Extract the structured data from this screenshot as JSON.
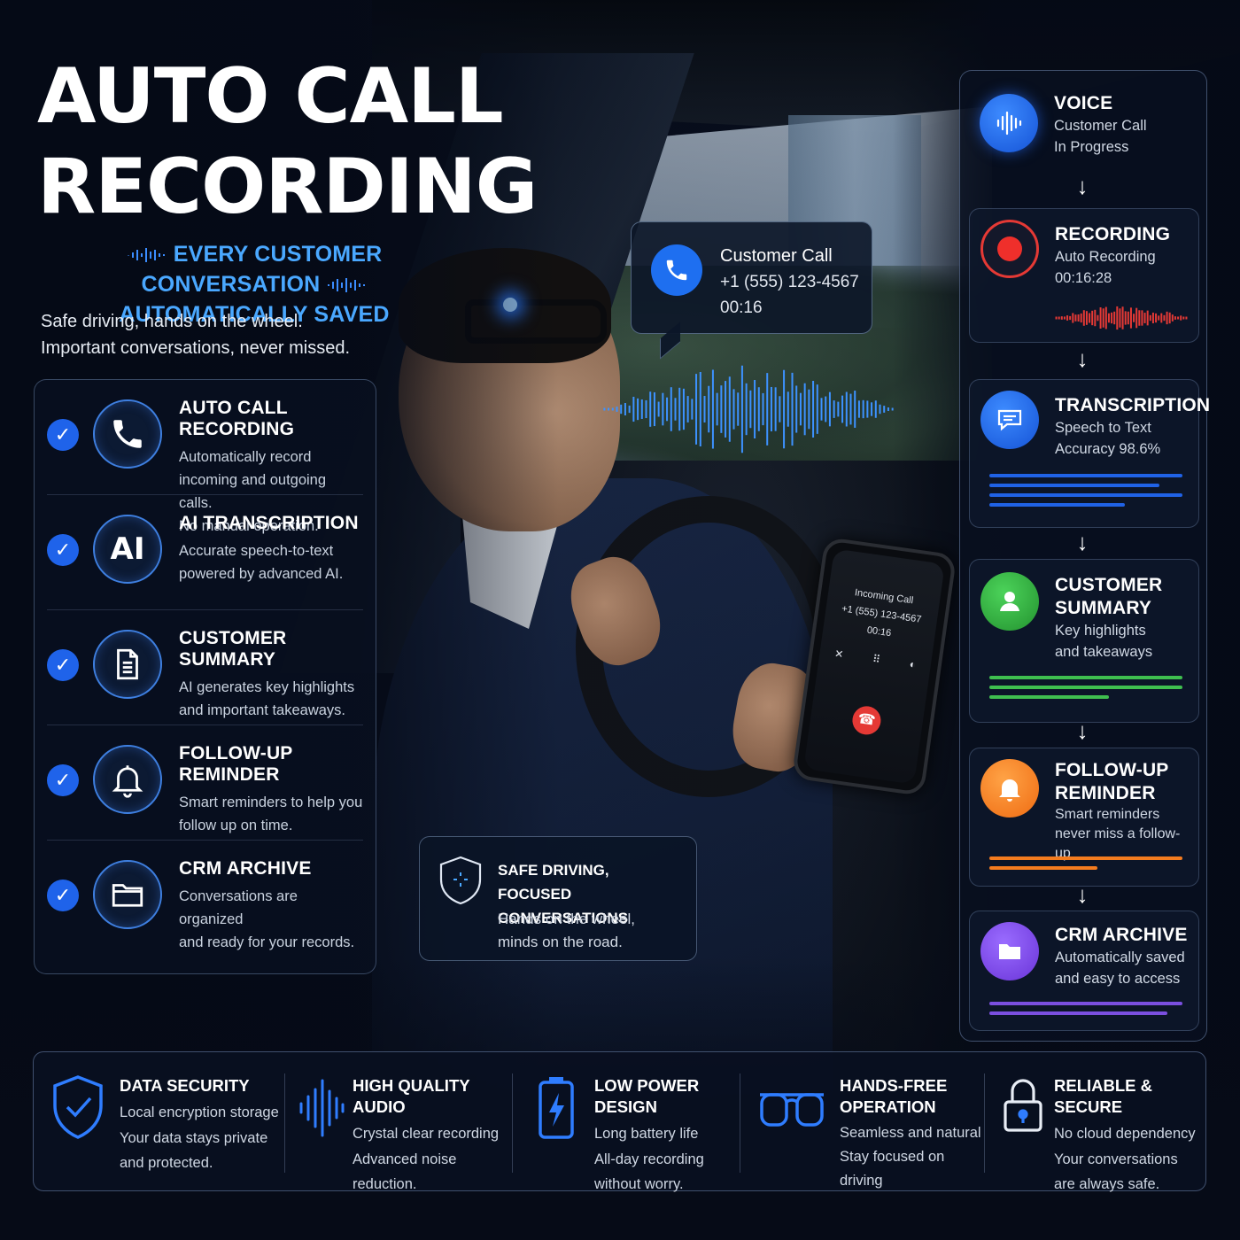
{
  "title": {
    "line1": "AUTO CALL",
    "line2": "RECORDING"
  },
  "subtitle": {
    "line1": "EVERY CUSTOMER CONVERSATION",
    "line2": "AUTOMATICALLY SAVED"
  },
  "tagline": {
    "line1": "Safe driving, hands on the wheel.",
    "line2": "Important conversations, never missed."
  },
  "colors": {
    "accent": "#1f63ea",
    "recording": "#e53935",
    "summary": "#3fbf4f",
    "reminder": "#f57c1f",
    "archive": "#7b4fe0"
  },
  "features": [
    {
      "icon": "phone-icon",
      "title": "AUTO CALL RECORDING",
      "lines": [
        "Automatically record",
        "incoming and outgoing calls.",
        "No manual operation."
      ]
    },
    {
      "icon": "ai-icon",
      "icon_text": "AI",
      "title": "AI TRANSCRIPTION",
      "lines": [
        "Accurate speech-to-text",
        "powered by advanced AI."
      ]
    },
    {
      "icon": "document-icon",
      "title": "CUSTOMER SUMMARY",
      "lines": [
        "AI generates key highlights",
        "and important takeaways."
      ]
    },
    {
      "icon": "bell-icon",
      "title": "FOLLOW-UP REMINDER",
      "lines": [
        "Smart reminders to help you",
        "follow up on time."
      ]
    },
    {
      "icon": "folder-icon",
      "title": "CRM ARCHIVE",
      "lines": [
        "Conversations are organized",
        "and ready for your records."
      ]
    }
  ],
  "call_bubble": {
    "title": "Customer Call",
    "number": "+1 (555) 123-4567",
    "time": "00:16"
  },
  "phone_screen": {
    "label": "Incoming Call",
    "number": "+1 (555) 123-4567",
    "time": "00:16"
  },
  "safe_card": {
    "title1": "SAFE DRIVING,",
    "title2": "FOCUSED CONVERSATIONS",
    "line1": "Hands on the wheel,",
    "line2": "minds on the road."
  },
  "workflow": [
    {
      "icon": "voice-icon",
      "title": "VOICE",
      "lines": [
        "Customer Call",
        "In Progress"
      ]
    },
    {
      "icon": "record-icon",
      "title": "RECORDING",
      "lines": [
        "Auto Recording",
        "00:16:28"
      ]
    },
    {
      "icon": "chat-icon",
      "title": "TRANSCRIPTION",
      "lines": [
        "Speech to Text",
        "Accuracy 98.6%"
      ]
    },
    {
      "icon": "user-icon",
      "title_lines": [
        "CUSTOMER",
        "SUMMARY"
      ],
      "lines": [
        "Key highlights",
        "and takeaways"
      ]
    },
    {
      "icon": "bell-icon",
      "title_lines": [
        "FOLLOW-UP",
        "REMINDER"
      ],
      "lines": [
        "Smart reminders",
        "never miss a follow-up"
      ]
    },
    {
      "icon": "folder-icon",
      "title": "CRM ARCHIVE",
      "lines": [
        "Automatically saved",
        "and easy to access"
      ]
    }
  ],
  "bottom": [
    {
      "icon": "shield-check-icon",
      "title": "DATA SECURITY",
      "lines": [
        "Local encryption storage",
        "Your data stays private",
        "and protected."
      ]
    },
    {
      "icon": "audio-wave-icon",
      "title": "HIGH QUALITY AUDIO",
      "lines": [
        "Crystal clear recording",
        "Advanced noise",
        "reduction."
      ]
    },
    {
      "icon": "battery-icon",
      "title": "LOW POWER DESIGN",
      "lines": [
        "Long battery life",
        "All-day recording",
        "without worry."
      ]
    },
    {
      "icon": "glasses-icon",
      "title_lines": [
        "HANDS-FREE",
        "OPERATION"
      ],
      "lines": [
        "Seamless and natural",
        "Stay focused on driving"
      ]
    },
    {
      "icon": "lock-icon",
      "title": "RELIABLE & SECURE",
      "lines": [
        "No cloud dependency",
        "Your conversations",
        "are always safe."
      ]
    }
  ]
}
